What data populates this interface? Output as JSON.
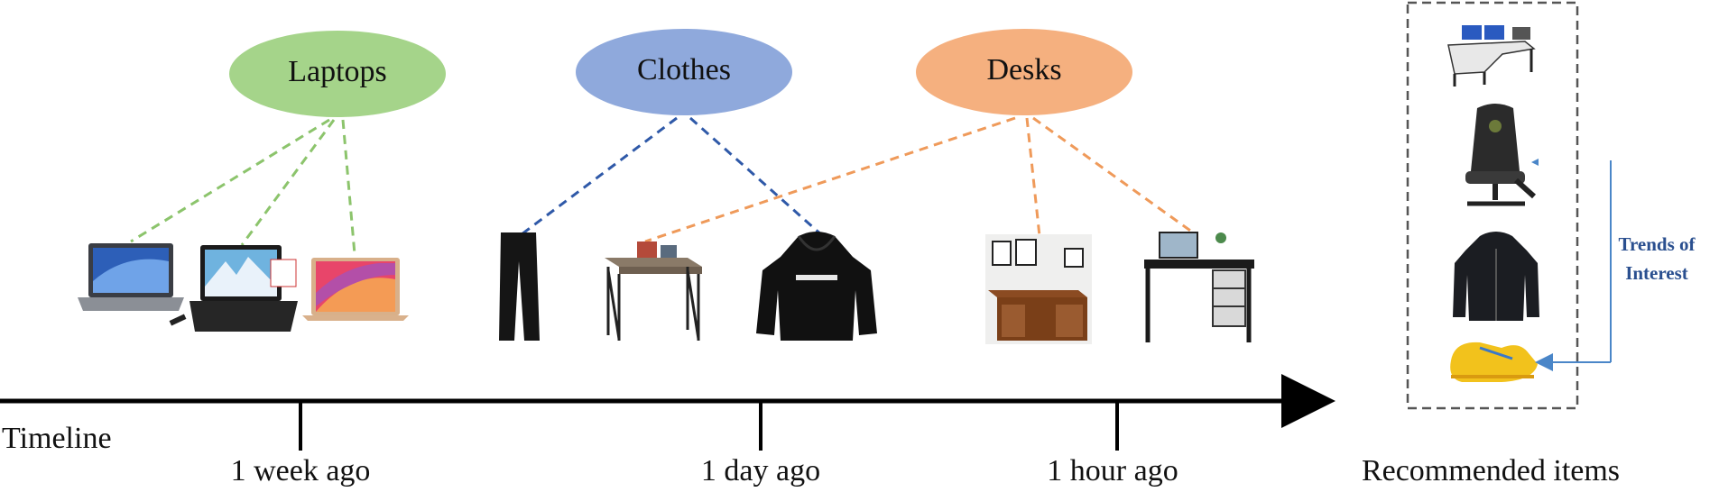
{
  "categories": [
    {
      "label": "Laptops",
      "color": "#a5d48a",
      "line_color": "#8cc46c"
    },
    {
      "label": "Clothes",
      "color": "#8fa9dc",
      "line_color": "#2f59a8"
    },
    {
      "label": "Desks",
      "color": "#f5b07f",
      "line_color": "#ef9a5a"
    }
  ],
  "timeline": {
    "label": "Timeline",
    "ticks": [
      "1 week ago",
      "1 day ago",
      "1 hour ago"
    ]
  },
  "recommended": {
    "label": "Recommended items",
    "trend_label_line1": "Trends of",
    "trend_label_line2": "Interest",
    "items": [
      "corner-desk-icon",
      "gaming-chair-icon",
      "rain-jacket-icon",
      "sneaker-icon"
    ]
  },
  "items": [
    "laptop-icon",
    "laptop-icon",
    "laptop-icon",
    "pants-icon",
    "desk-icon",
    "hoodie-icon",
    "desk-icon",
    "desk-icon"
  ]
}
